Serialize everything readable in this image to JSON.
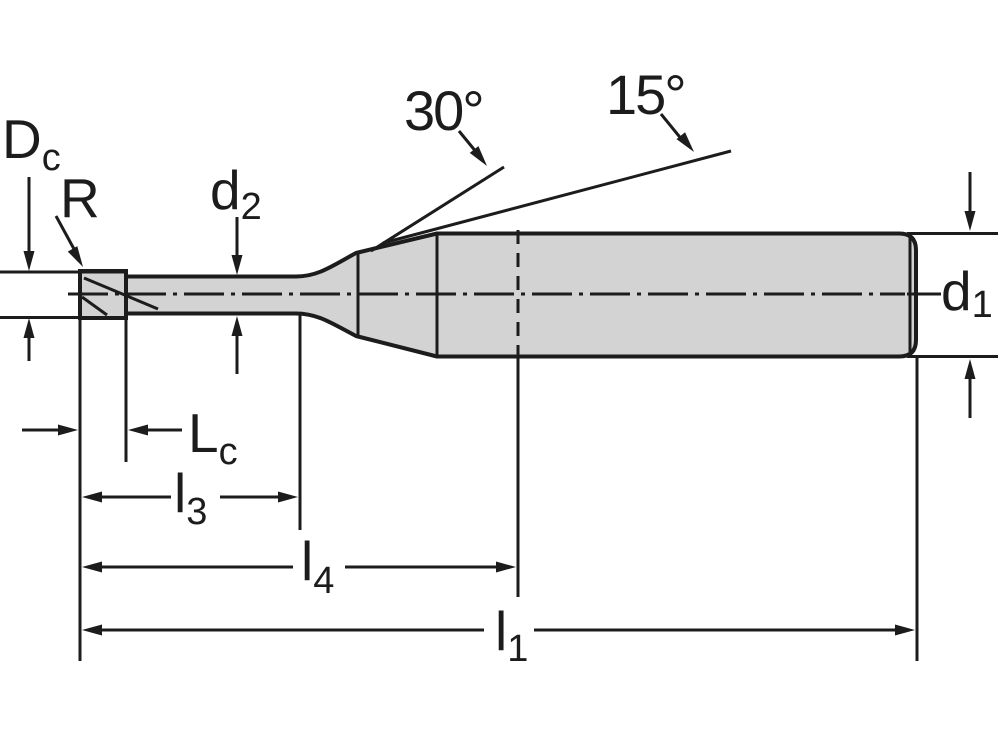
{
  "drawing": {
    "title": "End mill cutter side-view dimension drawing",
    "colors": {
      "line": "#1c1c1c",
      "body_fill": "#d3d3d3",
      "background": "#ffffff"
    },
    "labels": {
      "cutting_diameter": {
        "base": "D",
        "sub": "c"
      },
      "corner_radius": {
        "base": "R"
      },
      "neck_diameter": {
        "base": "d",
        "sub": "2"
      },
      "shank_diameter": {
        "base": "d",
        "sub": "1"
      },
      "taper_angle_primary": {
        "text": "30°"
      },
      "taper_angle_secondary": {
        "text": "15°"
      },
      "cutting_length": {
        "base": "L",
        "sub": "c"
      },
      "neck_length": {
        "base": "l",
        "sub": "3"
      },
      "reach_length": {
        "base": "l",
        "sub": "4"
      },
      "overall_length": {
        "base": "l",
        "sub": "1"
      }
    }
  }
}
